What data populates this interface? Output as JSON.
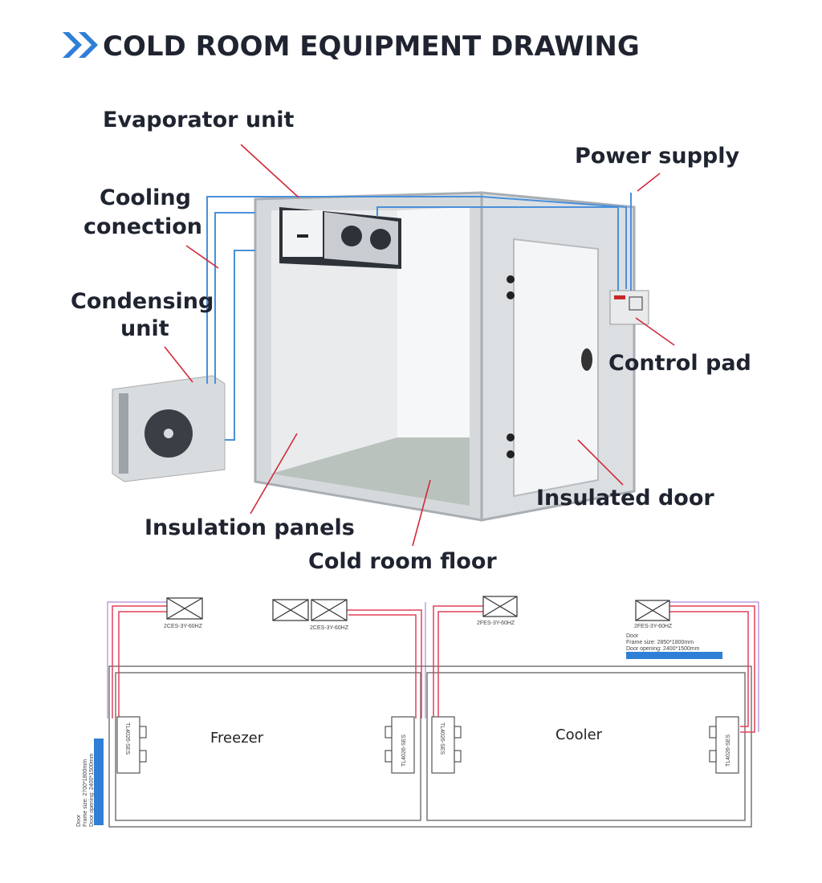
{
  "title": "COLD ROOM EQUIPMENT DRAWING",
  "labels": {
    "evaporator": "Evaporator unit",
    "power": "Power supply",
    "cooling1": "Cooling",
    "cooling2": "conection",
    "condensing1": "Condensing",
    "condensing2": "unit",
    "control": "Control pad",
    "door": "Insulated door",
    "panels": "Insulation panels",
    "floor": "Cold room floor"
  },
  "plan": {
    "freezer": "Freezer",
    "cooler": "Cooler",
    "units": [
      "2CES-3Y-60HZ",
      "2CES-3Y-60HZ",
      "2FES-3Y-60HZ",
      "2FES-3Y-60HZ"
    ],
    "evaporators": [
      "TL4026-SES",
      "TL4026-SES",
      "TL4026-SES",
      "TL4026-SES"
    ],
    "door_left": {
      "title": "Door",
      "frame": "Frame size: 2700*1800mm",
      "opening": "Door opening: 2400*1500mm"
    },
    "door_right": {
      "title": "Door",
      "frame": "Frame size: 2850*1800mm",
      "opening": "Door opening: 2400*1500mm"
    }
  },
  "colors": {
    "accent": "#2f7fd6",
    "pipe": "#e0405a",
    "wire": "#9b6ccf"
  }
}
